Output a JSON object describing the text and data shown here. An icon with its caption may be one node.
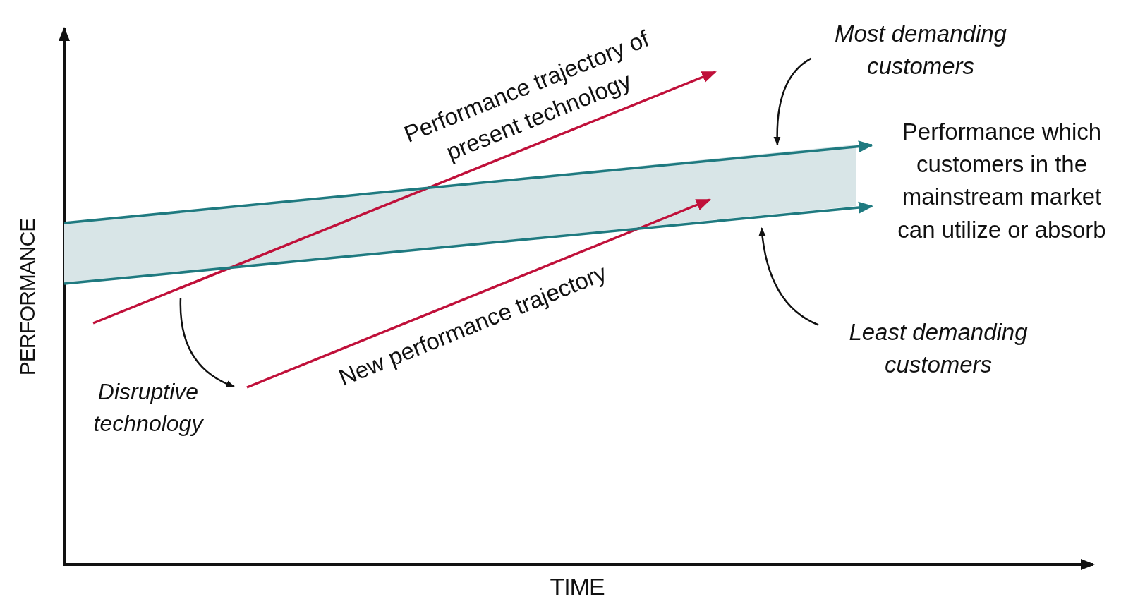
{
  "diagram": {
    "nodes": [
      {
        "text": [
          "Performance trajectory of present technology"
        ]
      },
      {
        "text": [
          "Most demanding customers"
        ]
      },
      {
        "text": [
          "Performance which customers in the mainstream market can utilize or absorb"
        ]
      },
      {
        "text": [],
        "shape": "band"
      },
      {
        "text": [
          "New performance trajectory"
        ]
      },
      {
        "text": [
          "Least demanding customers"
        ]
      }
    ],
    "edges": [
      {
        "from": 1,
        "to": 3,
        "arrow": "to"
      },
      {
        "from": 5,
        "to": 3,
        "arrow": "to"
      },
      {
        "from": 3,
        "to": 2,
        "arrow": "to",
        "color": "#1f7a80"
      },
      {
        "from": 3,
        "to": 2,
        "arrow": "to",
        "color": "#1f7a80"
      }
    ],
    "labels": [
      "PERFORMANCE",
      "Disruptive technology",
      "TIME"
    ]
  }
}
